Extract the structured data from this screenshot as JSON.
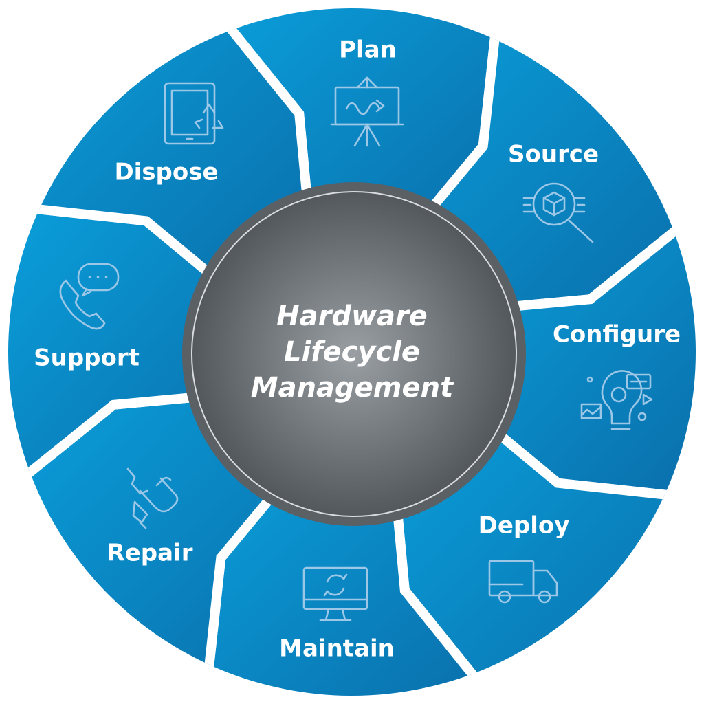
{
  "center": {
    "title_lines": [
      "Hardware",
      "Lifecycle",
      "Management"
    ]
  },
  "stages": [
    {
      "label": "Plan",
      "icon": "presentation-board-icon"
    },
    {
      "label": "Source",
      "icon": "search-box-icon"
    },
    {
      "label": "Configure",
      "icon": "gear-lightbulb-icon"
    },
    {
      "label": "Deploy",
      "icon": "delivery-truck-icon"
    },
    {
      "label": "Maintain",
      "icon": "monitor-refresh-icon"
    },
    {
      "label": "Repair",
      "icon": "wrench-hand-icon"
    },
    {
      "label": "Support",
      "icon": "phone-chat-icon"
    },
    {
      "label": "Dispose",
      "icon": "tablet-recycle-icon"
    }
  ],
  "colors": {
    "segment_light": "#0aa0dc",
    "segment_dark": "#0a6da9",
    "center_light": "#9a9fa3",
    "center_dark": "#4b5155",
    "icon_stroke": "#9cc7e6"
  }
}
